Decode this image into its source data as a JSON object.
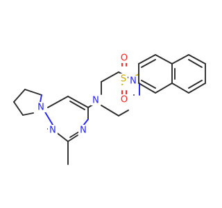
{
  "molecule": {
    "atoms": {
      "n_pyrrolidine": {
        "label": "N",
        "color": "#2222ff"
      },
      "n_piperazine_a": {
        "label": "N",
        "color": "#2222ff"
      },
      "n_piperazine_b": {
        "label": "N",
        "color": "#2222ff"
      },
      "n_pyrimidine_1": {
        "label": "N",
        "color": "#2222ff"
      },
      "n_pyrimidine_3": {
        "label": "N",
        "color": "#2222ff"
      },
      "s_sulfonyl": {
        "label": "S",
        "color": "#c9a800"
      },
      "o_sulfonyl_top": {
        "label": "O",
        "color": "#ff2020"
      },
      "o_sulfonyl_bottom": {
        "label": "O",
        "color": "#ff2020"
      }
    },
    "bond_color": "#2b2b2b"
  }
}
